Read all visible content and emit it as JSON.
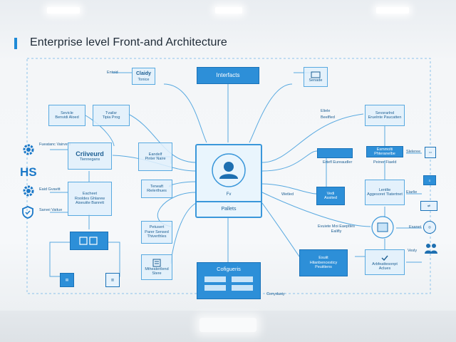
{
  "title": "Enterprise level Front-and Architecture",
  "side_text": "HS",
  "center": {
    "top_label": "Interfacts",
    "node_label": "Fv",
    "bottom_label": "Pallets",
    "db_title": "Cofigueris",
    "db_cells": [
      "",
      "",
      "",
      ""
    ]
  },
  "nodes": {
    "top_left": {
      "title": "Claidy",
      "sub": "Tonice"
    },
    "top_right": {
      "title": "Senade",
      "sub": ""
    },
    "ul1": {
      "title": "Sevicle",
      "sub": "Benvidi Aloed"
    },
    "ul2": {
      "title": "Tvailsr",
      "sub": "Tipia Prog"
    },
    "left_main": {
      "title": "Criiveurd",
      "sub": "Tiennegans"
    },
    "mid_left1": {
      "title": "Eandelf",
      "sub": "Pinter Naire"
    },
    "left_main2": {
      "title": "Eacheet",
      "sub": "Rooldes Ghlarew Aiseuiite Banrett"
    },
    "mid_left2": {
      "title": "Teneaft",
      "sub": "Rielerthues"
    },
    "bottom_left_dark": {
      "title": "",
      "sub": ""
    },
    "lower_mid1": {
      "title": "Petusert",
      "sub": "Parer Sensed Thiverthles"
    },
    "lower_mid2": {
      "title": "",
      "sub": "Mtheaterilend Stere"
    },
    "right_top": {
      "title": "Sevsrarlnd",
      "sub": "Eruelnte Paucatten"
    },
    "right_label1": {
      "title": "Eliele",
      "sub": "Beelfled"
    },
    "right_mid_dark": {
      "title": "Vedi",
      "sub": "Assited"
    },
    "right_mid_box": {
      "title": "Lentlte",
      "sub": "Aggesoret Tlatertnet"
    },
    "right_strip1": {
      "title": "",
      "sub": ""
    },
    "right_strip2": {
      "title": "Esmmolti",
      "sub": "Phteranelbe"
    },
    "bottom_right_dark": {
      "title": "Esuiit",
      "sub": "Hilanbencesticy Peuiitiens"
    },
    "bottom_right_box": {
      "title": "",
      "sub": "Arbfeattesonpt Aclues"
    }
  },
  "labels": {
    "lbl_top_left": "Entoid",
    "lbl_left1": "Fueatanc Vairveul",
    "lbl_left2": "Eaid Gvavitt",
    "lbl_left3": "Sarvei Vaitue",
    "lbl_right_top": "Ertefl Eureaudler",
    "lbl_right_mid": "Peiner Fiaeld",
    "lbl_right_row": "Evuiete Moi Eaepttes Ealifly",
    "lbl_bottom": "Cenydasiy",
    "lbl_far_right1": "Sleleree",
    "lbl_far_right2": "Eiarlie",
    "lbl_far_right3": "Esanet",
    "lbl_far_right4": "Vesly",
    "lbl_center_right": "Wetled"
  },
  "colors": {
    "accent": "#2d8fd8",
    "line": "#58a9e0",
    "title_bar": "#1e8ad6"
  }
}
